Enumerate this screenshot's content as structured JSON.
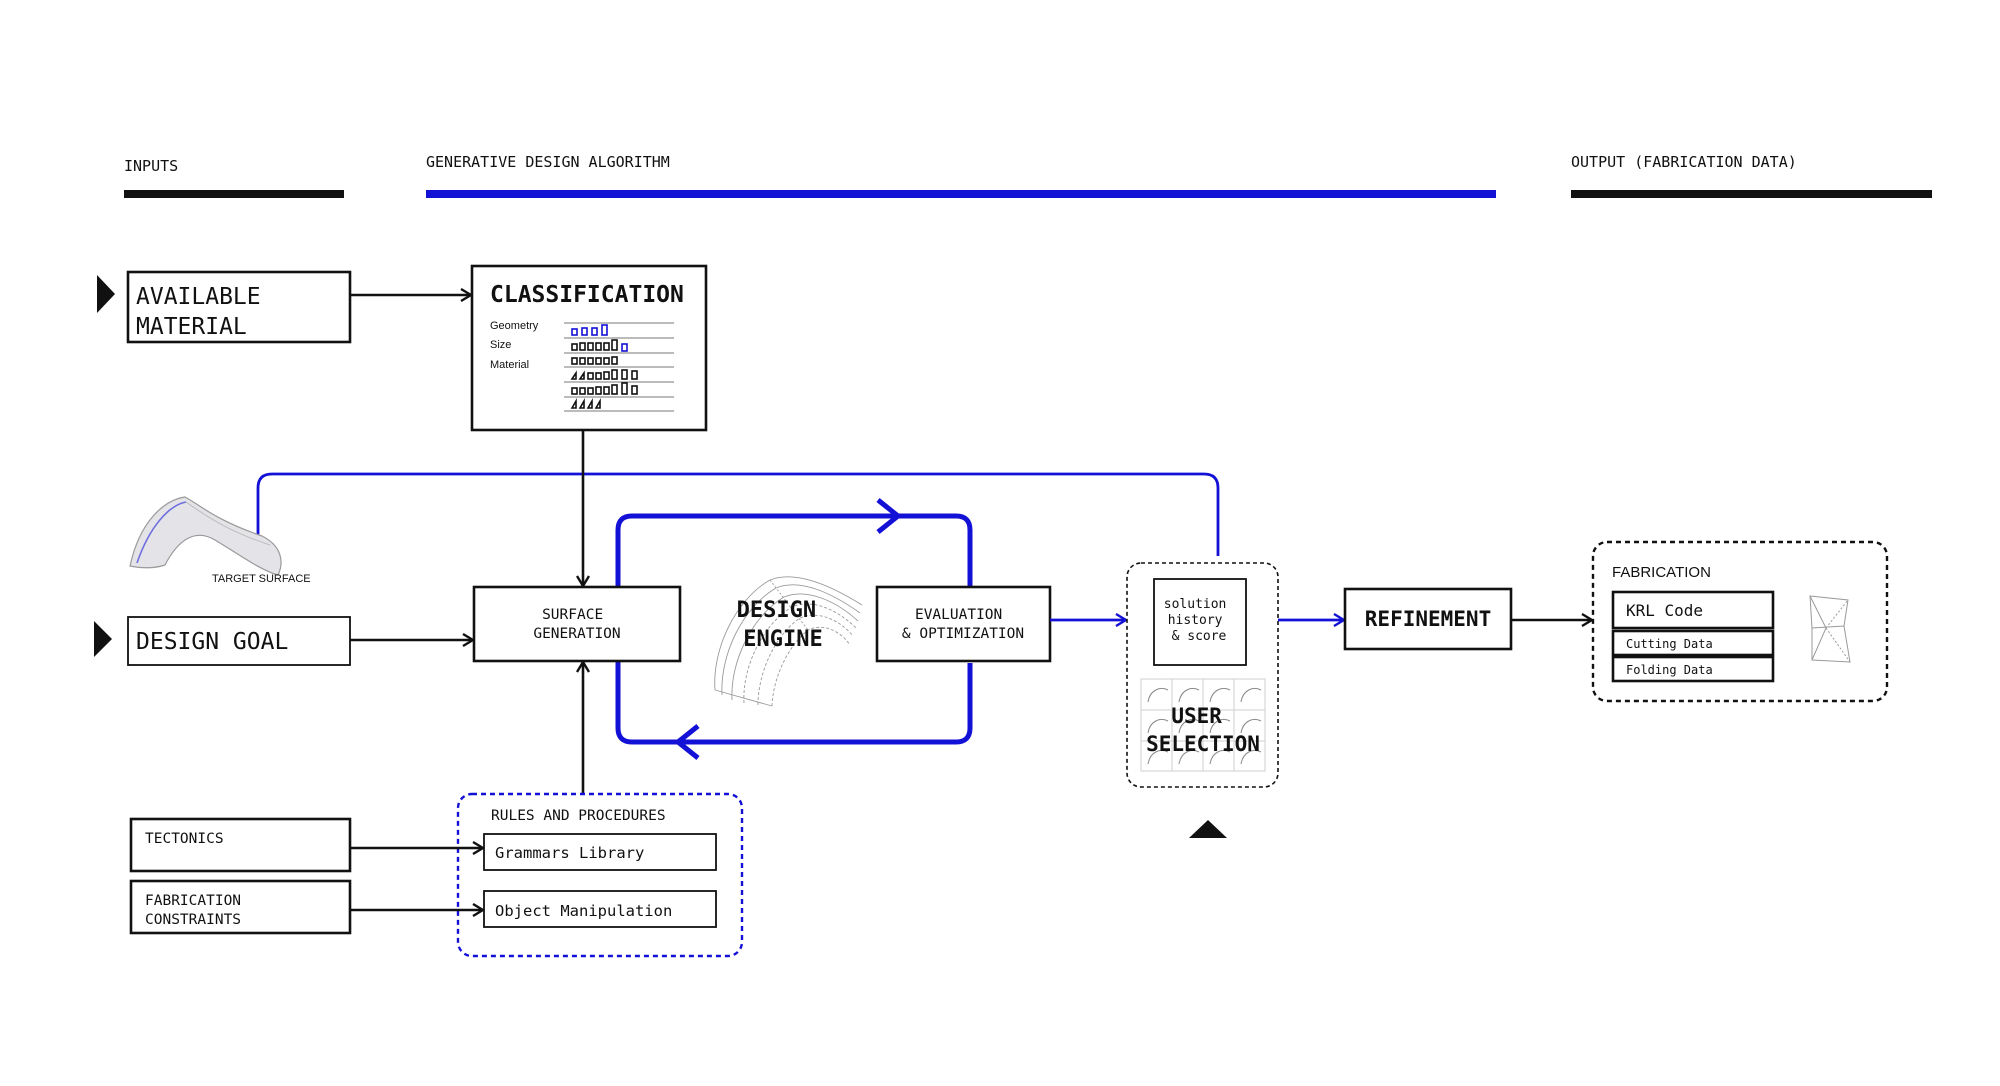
{
  "sections": {
    "inputs": "INPUTS",
    "algorithm": "GENERATIVE DESIGN ALGORITHM",
    "output": "OUTPUT (FABRICATION DATA)"
  },
  "inputs": {
    "available_material": [
      "AVAILABLE",
      "MATERIAL"
    ],
    "design_goal": "DESIGN GOAL",
    "tectonics": "TECTONICS",
    "fabrication_constraints": [
      "FABRICATION",
      "CONSTRAINTS"
    ],
    "target_surface": "TARGET SURFACE"
  },
  "classification": {
    "title": "CLASSIFICATION",
    "labels": [
      "Geometry",
      "Size",
      "Material"
    ]
  },
  "engine": {
    "surface_generation": [
      "SURFACE",
      "GENERATION"
    ],
    "design_engine": [
      "DESIGN",
      "ENGINE"
    ],
    "evaluation": [
      "EVALUATION",
      "& OPTIMIZATION"
    ]
  },
  "rules": {
    "title": "RULES AND PROCEDURES",
    "grammars": "Grammars Library",
    "object_manipulation": "Object Manipulation"
  },
  "user_selection": {
    "history": [
      "solution",
      "history",
      "& score"
    ],
    "title": [
      "USER",
      "SELECTION"
    ]
  },
  "refinement": "REFINEMENT",
  "fabrication": {
    "title": "FABRICATION",
    "krl": "KRL Code",
    "cutting": "Cutting Data",
    "folding": "Folding Data"
  },
  "colors": {
    "accent": "#1411d6",
    "ink": "#111111"
  }
}
